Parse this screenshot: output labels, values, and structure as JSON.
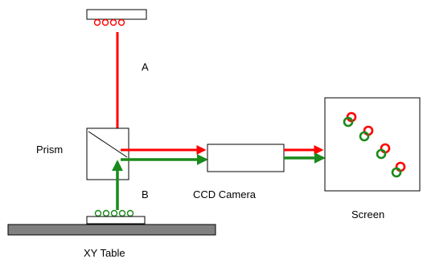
{
  "labels": {
    "beam_a": "A",
    "beam_b": "B",
    "prism": "Prism",
    "camera": "CCD Camera",
    "screen": "Screen",
    "table": "XY Table"
  },
  "colors": {
    "beam_red": "#ff0000",
    "beam_green": "#1a8a1a",
    "table_fill": "#808080",
    "outline": "#000000"
  }
}
